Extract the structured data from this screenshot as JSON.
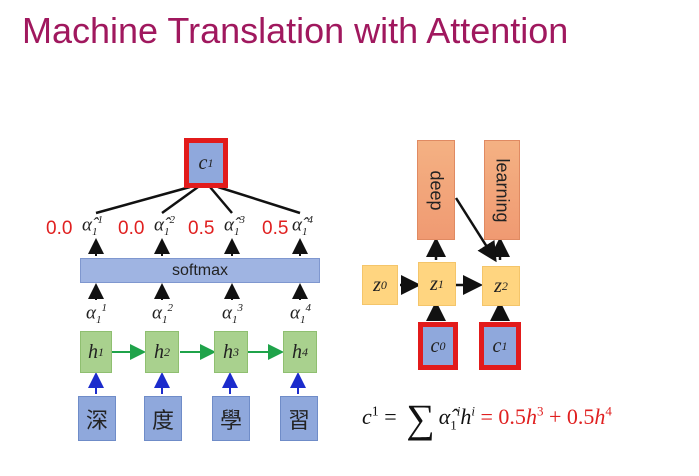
{
  "title": "Machine Translation with Attention",
  "softmax_label": "softmax",
  "weights": [
    "0.0",
    "0.0",
    "0.5",
    "0.5"
  ],
  "input_chars": [
    "深",
    "度",
    "學",
    "習"
  ],
  "output_words": [
    "deep",
    "learning"
  ],
  "colors": {
    "title": "#a0185e",
    "hidden_box": "#a9d18e",
    "input_box": "#8fa8dc",
    "decoder_box": "#ffd580",
    "output_box": "#f4b183",
    "highlight": "#e21b1b",
    "arrow_green": "#1fa34a",
    "arrow_blue": "#1c2ccc"
  },
  "formula": {
    "lhs": "c¹ =",
    "sum_symbol": "∑",
    "term": "α̂₁ⁱhⁱ",
    "rhs": "= 0.5h³ + 0.5h⁴"
  },
  "icons": [
    "arrow-icon"
  ]
}
